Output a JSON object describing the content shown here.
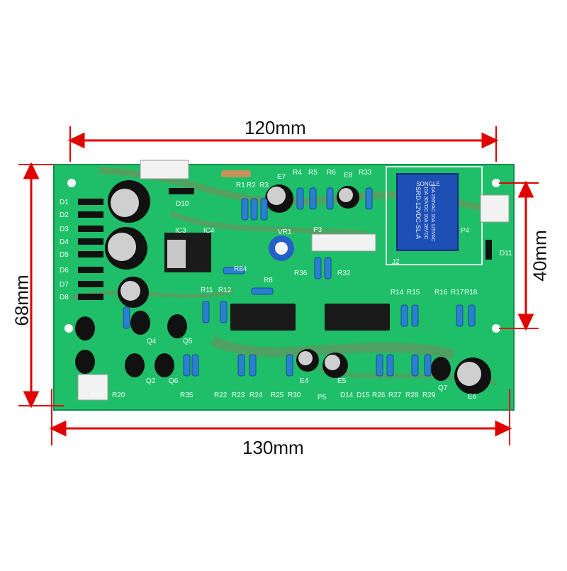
{
  "dimensions": {
    "top_width": "120mm",
    "bottom_width": "130mm",
    "left_height": "68mm",
    "right_height": "40mm"
  },
  "colors": {
    "board": "#1fbf6a",
    "board_dark": "#0d8f4a",
    "trace": "#7a8a55",
    "dimension_line": "#e00000",
    "relay_blue": "#1d4fb5"
  },
  "relay": {
    "brand": "SONGLE",
    "line1": "10A 250VAC  10A 125VAC",
    "line2": "10A 30VDC  10A 28VDC",
    "model": "SRD-12VDC-SL-A"
  },
  "silkscreen": {
    "diodes_left": [
      "D1",
      "D2",
      "D3",
      "D4",
      "D5",
      "D6",
      "D7",
      "D8"
    ],
    "top_row": [
      "D10",
      "R1",
      "R2",
      "R3",
      "E7",
      "R4",
      "R5",
      "R6",
      "E8",
      "R33"
    ],
    "mid_labels": [
      "IC3",
      "IC4",
      "VR1",
      "R84",
      "R8",
      "R36",
      "R32",
      "P3",
      "J2",
      "P4",
      "D11"
    ],
    "row_r": [
      "R11",
      "R12",
      "R14",
      "R15",
      "R16",
      "R17",
      "R18"
    ],
    "q_labels": [
      "Q4",
      "Q5",
      "Q6",
      "Q2",
      "Q7"
    ],
    "bottom_row": [
      "R19",
      "R20",
      "R35",
      "R22",
      "R23",
      "R24",
      "R25",
      "R30",
      "P5",
      "D14",
      "D15",
      "R26",
      "R27",
      "R28",
      "R29",
      "E4",
      "E6",
      "E5"
    ]
  }
}
